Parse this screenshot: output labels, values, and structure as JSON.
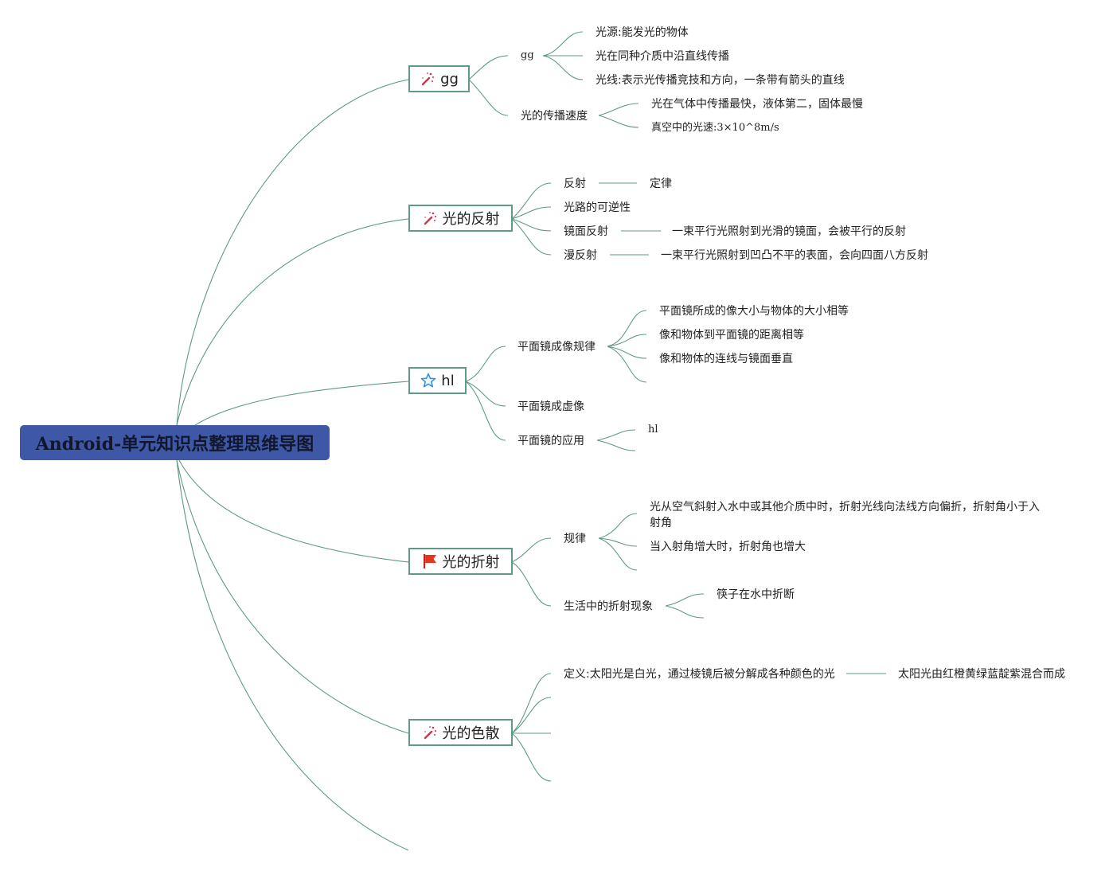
{
  "root": {
    "title": "Android-单元知识点整理思维导图"
  },
  "branches": {
    "gg": {
      "title": "gg",
      "icon": "magic-wand-icon",
      "sub1": {
        "label": "gg",
        "items": [
          "光源:能发光的物体",
          "光在同种介质中沿直线传播",
          "光线:表示光传播竞技和方向，一条带有箭头的直线"
        ]
      },
      "sub2": {
        "label": "光的传播速度",
        "items": [
          "光在气体中传播最快，液体第二，固体最慢",
          "真空中的光速:3×10^8m/s"
        ]
      }
    },
    "reflection": {
      "title": "光的反射",
      "icon": "magic-wand-icon",
      "items": [
        {
          "label": "反射",
          "detail": "定律"
        },
        {
          "label": "光路的可逆性"
        },
        {
          "label": "镜面反射",
          "detail": "一束平行光照射到光滑的镜面，会被平行的反射"
        },
        {
          "label": "漫反射",
          "detail": "一束平行光照射到凹凸不平的表面，会向四面八方反射"
        }
      ]
    },
    "hl": {
      "title": "hl",
      "icon": "star-icon",
      "sub1": {
        "label": "平面镜成像规律",
        "items": [
          "平面镜所成的像大小与物体的大小相等",
          "像和物体到平面镜的距离相等",
          "像和物体的连线与镜面垂直"
        ]
      },
      "sub2": {
        "label": "平面镜成虚像"
      },
      "sub3": {
        "label": "平面镜的应用",
        "items": [
          "hl"
        ]
      }
    },
    "refraction": {
      "title": "光的折射",
      "icon": "red-flag-icon",
      "sub1": {
        "label": "规律",
        "items": [
          "光从空气斜射入水中或其他介质中时，折射光线向法线方向偏折，折射角小于入射角",
          "当入射角增大时，折射角也增大"
        ]
      },
      "sub2": {
        "label": "生活中的折射现象",
        "items": [
          "筷子在水中折断"
        ]
      }
    },
    "dispersion": {
      "title": "光的色散",
      "icon": "magic-wand-icon",
      "items": [
        {
          "label": "定义:太阳光是白光，通过棱镜后被分解成各种颜色的光",
          "detail": "太阳光由红橙黄绿蓝靛紫混合而成"
        }
      ]
    }
  },
  "colors": {
    "line": "#5f9a84",
    "root_fill": "#3e57a6",
    "node_border": "#5f9a84"
  }
}
